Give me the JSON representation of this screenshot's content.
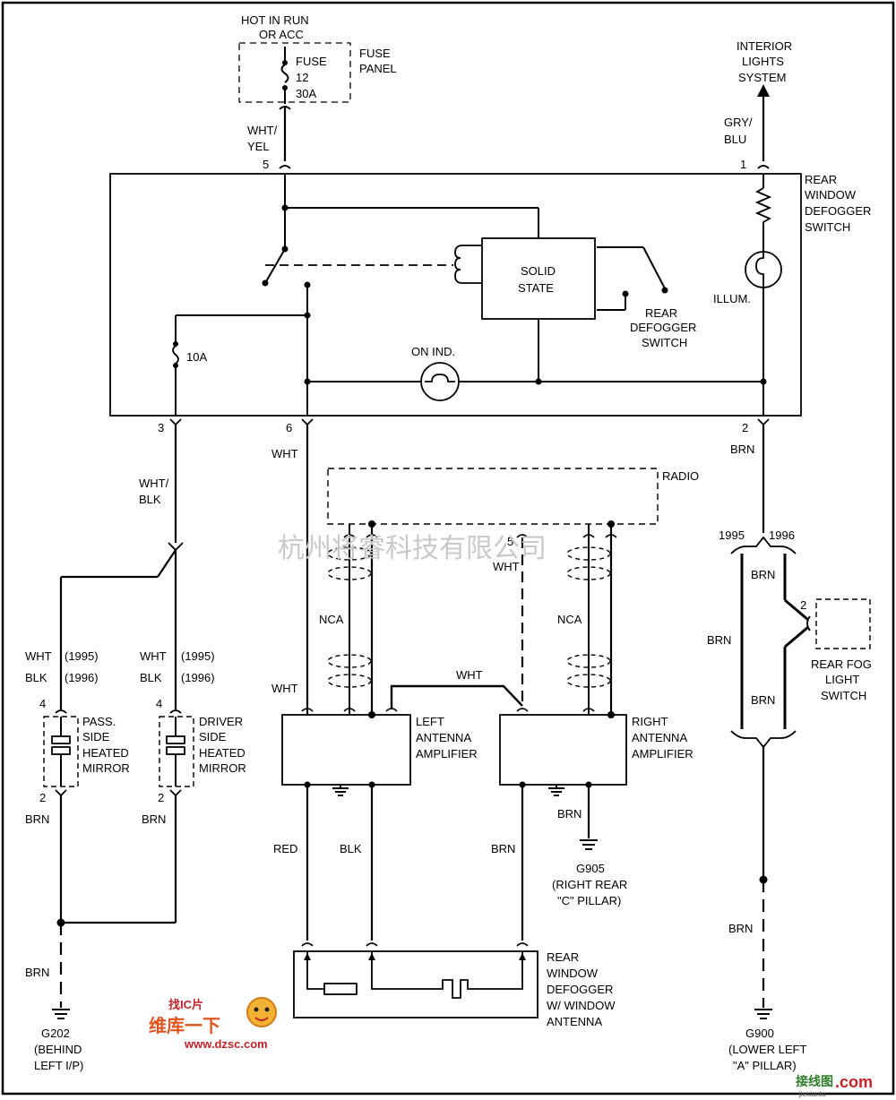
{
  "power": {
    "hot_line1": "HOT IN RUN",
    "hot_line2": "OR ACC",
    "fuse_line1": "FUSE",
    "fuse_line2": "12",
    "fuse_line3": "30A",
    "fuse_panel_line1": "FUSE",
    "fuse_panel_line2": "PANEL",
    "interior_line1": "INTERIOR",
    "interior_line2": "LIGHTS",
    "interior_line3": "SYSTEM"
  },
  "wires": {
    "wht_yel_1": "WHT/",
    "wht_yel_2": "YEL",
    "gry_blu_1": "GRY/",
    "gry_blu_2": "BLU",
    "wht_blk_1": "WHT/",
    "wht_blk_2": "BLK",
    "wht_col6": "WHT",
    "wht_amp": "WHT",
    "wht_bridge": "WHT",
    "wht_radio5": "WHT",
    "brn_pin2": "BRN",
    "nca_left": "NCA",
    "nca_right": "NCA",
    "red": "RED",
    "blk": "BLK",
    "brn_defog": "BRN",
    "brn_g905": "BRN",
    "brn_pass": "BRN",
    "brn_driver": "BRN",
    "brn_g202": "BRN",
    "brn_fog_upper": "BRN",
    "brn_fog_lower": "BRN",
    "brn_1995": "BRN",
    "brn_g900": "BRN",
    "year_1995": "1995",
    "year_1996": "1996",
    "pass_wht": "WHT",
    "pass_wht_year": "(1995)",
    "pass_blk": "BLK",
    "pass_blk_year": "(1996)",
    "drv_wht": "WHT",
    "drv_wht_year": "(1995)",
    "drv_blk": "BLK",
    "drv_blk_year": "(1996)"
  },
  "pins": {
    "p5_top": "5",
    "p1_top": "1",
    "p3": "3",
    "p6": "6",
    "p2_right": "2",
    "p5_radio": "5",
    "p4_pass": "4",
    "p2_pass": "2",
    "p4_drv": "4",
    "p2_drv": "2",
    "p2_fog": "2"
  },
  "switch_box": {
    "title1": "REAR",
    "title2": "WINDOW",
    "title3": "DEFOGGER",
    "title4": "SWITCH",
    "solid1": "SOLID",
    "solid2": "STATE",
    "rear_sw1": "REAR",
    "rear_sw2": "DEFOGGER",
    "rear_sw3": "SWITCH",
    "fuse10": "10A",
    "on_ind": "ON IND.",
    "illum": "ILLUM."
  },
  "components": {
    "radio": "RADIO",
    "left_amp1": "LEFT",
    "left_amp2": "ANTENNA",
    "left_amp3": "AMPLIFIER",
    "right_amp1": "RIGHT",
    "right_amp2": "ANTENNA",
    "right_amp3": "AMPLIFIER",
    "pass1": "PASS.",
    "pass2": "SIDE",
    "pass3": "HEATED",
    "pass4": "MIRROR",
    "drv1": "DRIVER",
    "drv2": "SIDE",
    "drv3": "HEATED",
    "drv4": "MIRROR",
    "fog1": "REAR FOG",
    "fog2": "LIGHT",
    "fog3": "SWITCH",
    "defog1": "REAR",
    "defog2": "WINDOW",
    "defog3": "DEFOGGER",
    "defog4": "W/ WINDOW",
    "defog5": "ANTENNA"
  },
  "grounds": {
    "g905_1": "G905",
    "g905_2": "(RIGHT REAR",
    "g905_3": "\"C\" PILLAR)",
    "g202_1": "G202",
    "g202_2": "(BEHIND",
    "g202_3": "LEFT I/P)",
    "g900_1": "G900",
    "g900_2": "(LOWER LEFT",
    "g900_3": "\"A\" PILLAR)"
  },
  "watermark": {
    "company": "杭州将睿科技有限公司",
    "logo_top": "找IC片",
    "logo_cn": "维库一下",
    "logo_url": "www.dzsc.com",
    "corner": "接线图",
    "corner_com": ".com",
    "corner_small": "jiexiantu"
  }
}
